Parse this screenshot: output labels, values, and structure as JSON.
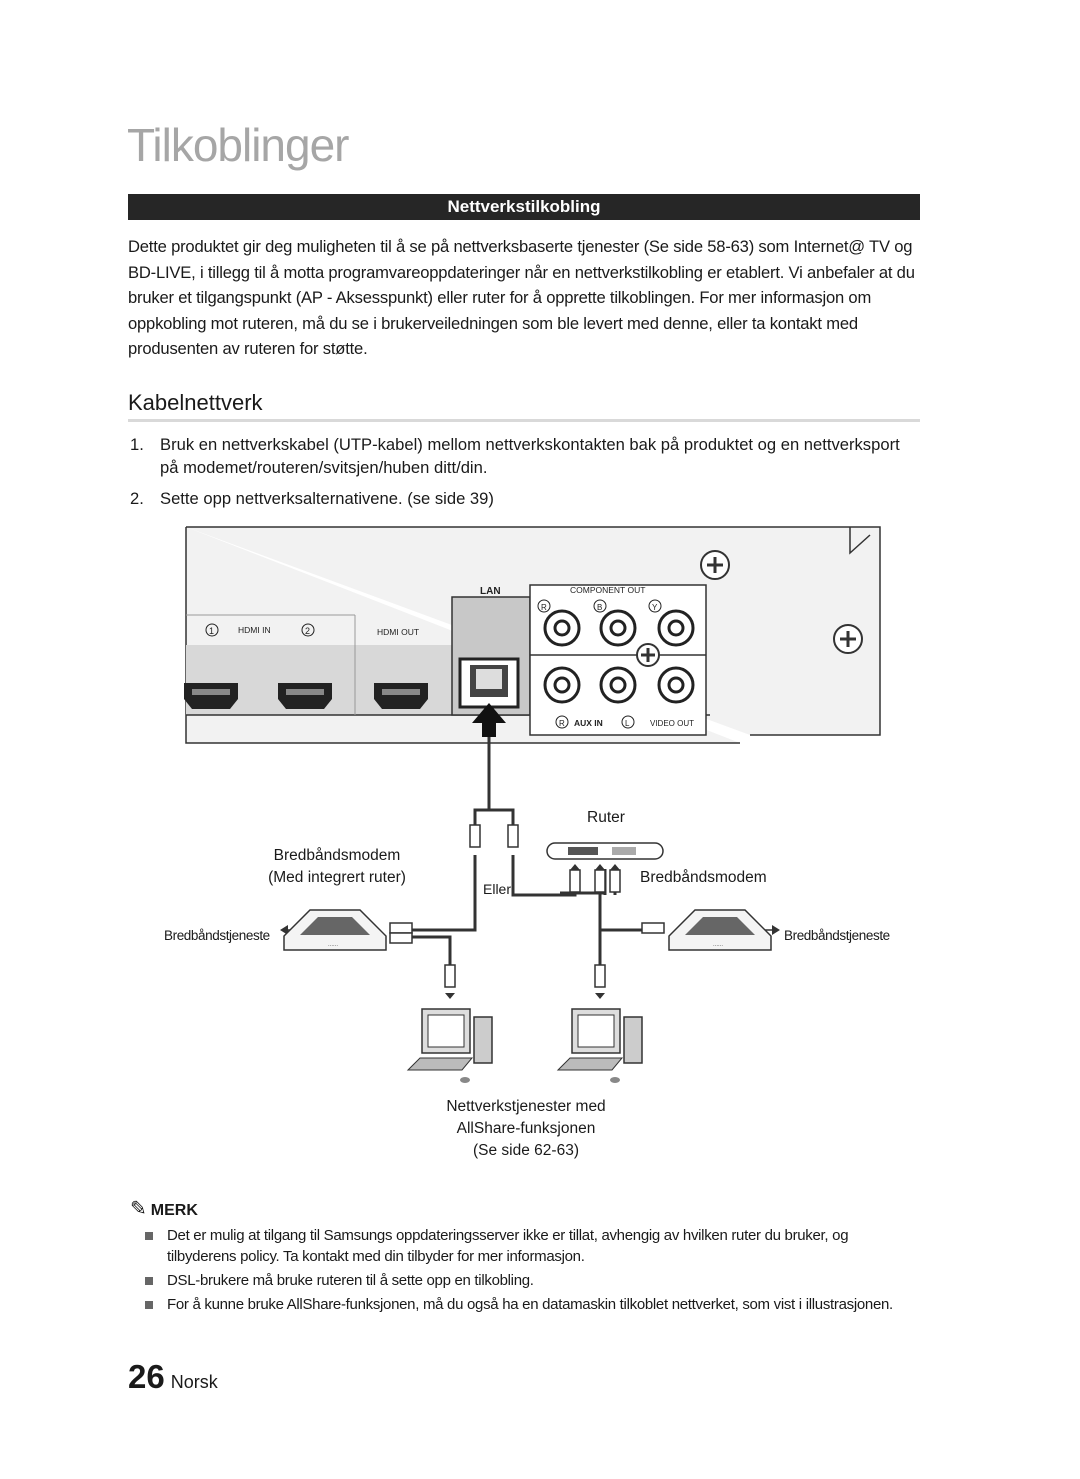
{
  "page": {
    "title": "Tilkoblinger",
    "section_bar": "Nettverkstilkobling",
    "intro": "Dette produktet gir deg muligheten til å se på nettverksbaserte tjenester (Se side 58-63) som Internet@ TV og BD-LIVE, i tillegg til å motta programvareoppdateringer når en nettverkstilkobling er etablert. Vi anbefaler at du bruker et tilgangspunkt (AP - Aksesspunkt) eller ruter for å opprette tilkoblingen. For mer informasjon om oppkobling mot ruteren, må du se i brukerveiledningen som ble levert med denne, eller ta kontakt med produsenten av ruteren for støtte.",
    "subheading": "Kabelnettverk",
    "steps": [
      {
        "num": "1.",
        "text": "Bruk en nettverkskabel (UTP-kabel) mellom nettverkskontakten bak på produktet og en nettverksport på modemet/routeren/svitsjen/huben ditt/din."
      },
      {
        "num": "2.",
        "text": "Sette opp nettverksalternativene. (se side 39)"
      }
    ]
  },
  "diagram": {
    "panel": {
      "lan": "LAN",
      "component_out": "COMPONENT OUT",
      "hdmi_in": "HDMI IN",
      "hdmi_out": "HDMI OUT",
      "aux_in": "AUX IN",
      "video_out": "VIDEO OUT",
      "hdmi_in_1": "1",
      "hdmi_in_2": "2",
      "comp_pr": "R",
      "comp_pb": "B",
      "comp_y": "Y",
      "aux_r": "R",
      "aux_l": "L"
    },
    "ruter": "Ruter",
    "modem_integrated_1": "Bredbåndsmodem",
    "modem_integrated_2": "(Med integrert ruter)",
    "eller": "Eller",
    "modem_right": "Bredbåndsmodem",
    "service_left": "Bredbåndstjeneste",
    "service_right": "Bredbåndstjeneste",
    "network_services_1": "Nettverkstjenester med",
    "network_services_2": "AllShare-funksjonen",
    "network_services_3": "(Se side 62-63)"
  },
  "notes": {
    "heading": "MERK",
    "pencil_icon": "pencil-icon",
    "items": [
      "Det er mulig at tilgang til Samsungs oppdateringsserver ikke er tillat, avhengig av hvilken ruter du bruker, og tilbyderens policy. Ta kontakt med din tilbyder for mer informasjon.",
      "DSL-brukere må bruke ruteren til å sette opp en tilkobling.",
      "For å kunne bruke AllShare-funksjonen, må du også ha en datamaskin tilkoblet nettverket, som vist i illustrasjonen."
    ]
  },
  "footer": {
    "page_number": "26",
    "language": "Norsk"
  }
}
